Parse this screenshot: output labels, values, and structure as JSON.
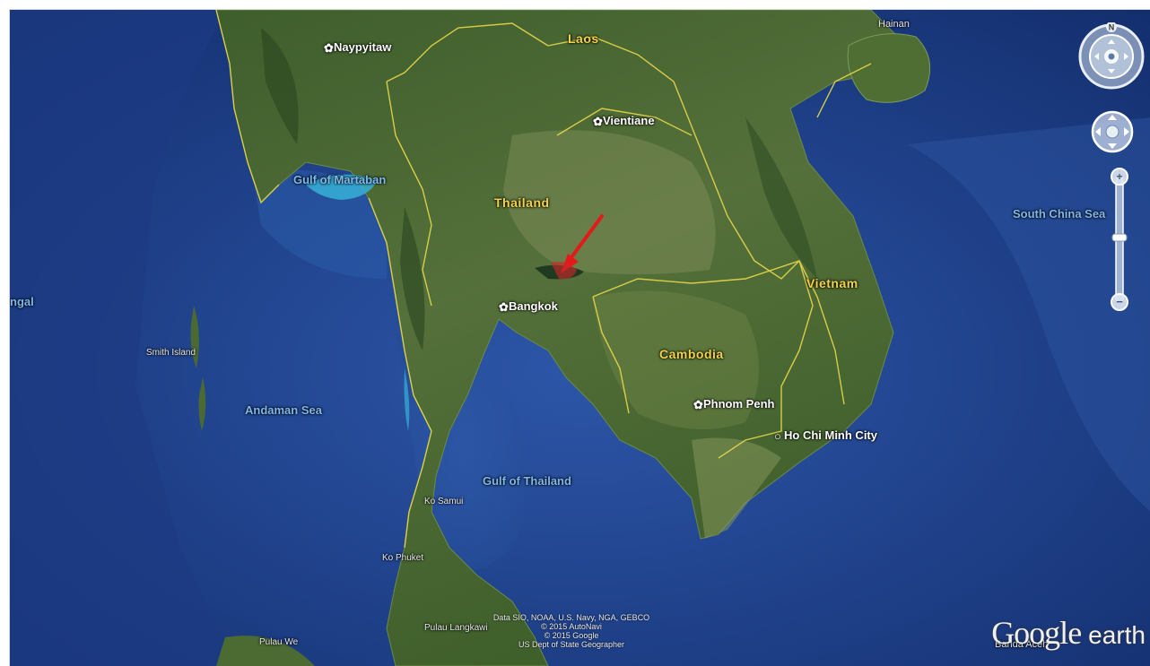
{
  "map": {
    "source": "Google earth",
    "countries": [
      "Laos",
      "Thailand",
      "Vietnam",
      "Cambodia"
    ],
    "seas": [
      "Gulf of Martaban",
      "Andaman Sea",
      "Gulf of Thailand",
      "South China Sea",
      "ngal"
    ],
    "cities": [
      "Naypyitaw",
      "Vientiane",
      "Bangkok",
      "Phnom Penh",
      "Ho Chi Minh City"
    ],
    "islands": [
      "Hainan",
      "Smith Island",
      "Ko Samui",
      "Ko Phuket",
      "Pulau Langkawi",
      "Pulau We",
      "Banda Aceh"
    ],
    "attribution": [
      "Data SIO, NOAA, U.S. Navy, NGA, GEBCO",
      "© 2015 AutoNavi",
      "© 2015 Google",
      "US Dept of State Geographer"
    ],
    "logo": {
      "google": "Google",
      "earth": "earth"
    },
    "colors": {
      "ocean": "#1c3f86",
      "land": "#4a6a32",
      "border": "#e8d84a",
      "arrow": "#e41a1a"
    }
  },
  "controls": {
    "compass_letter": "N",
    "icons": [
      "compass-ring-icon",
      "look-joystick-icon",
      "pan-joystick-icon",
      "zoom-slider-icon"
    ]
  }
}
